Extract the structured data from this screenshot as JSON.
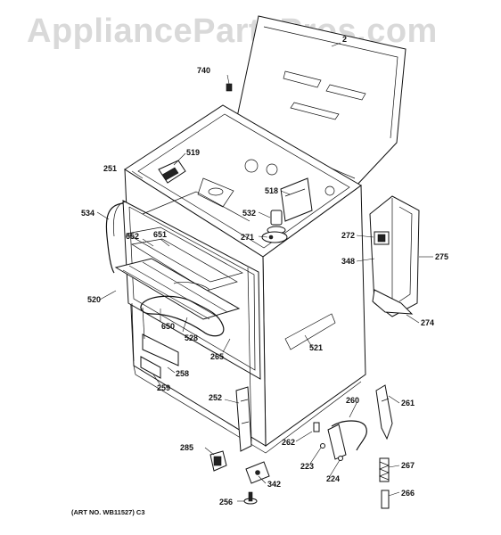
{
  "watermark": "AppliancePartsPros.com",
  "art_number": "(ART NO. WB11527) C3",
  "labels": {
    "p2": "2",
    "p740": "740",
    "p519": "519",
    "p251": "251",
    "p518": "518",
    "p534": "534",
    "p532": "532",
    "p652": "652",
    "p651": "651",
    "p271": "271",
    "p272": "272",
    "p348": "348",
    "p275": "275",
    "p520": "520",
    "p274": "274",
    "p650": "650",
    "p528": "528",
    "p521": "521",
    "p265": "265",
    "p258": "258",
    "p259": "259",
    "p252": "252",
    "p260": "260",
    "p261": "261",
    "p285": "285",
    "p262": "262",
    "p223": "223",
    "p224": "224",
    "p267": "267",
    "p342": "342",
    "p256": "256",
    "p266": "266"
  }
}
